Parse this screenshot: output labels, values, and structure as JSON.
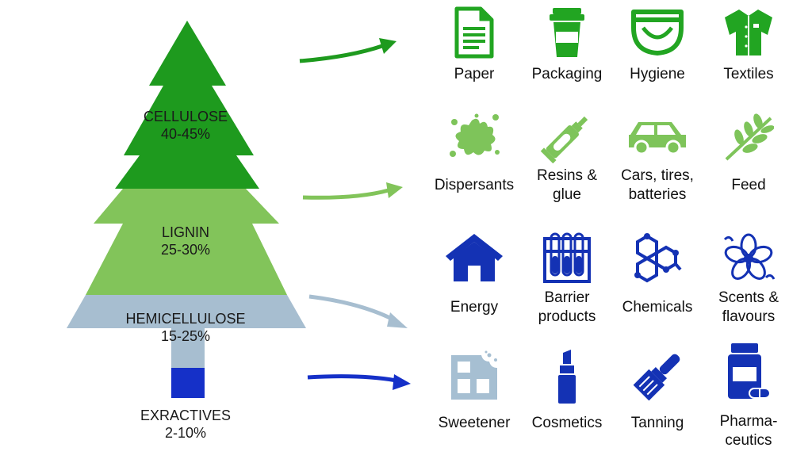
{
  "colors": {
    "dark_green": "#1e9a1e",
    "light_green": "#82c45a",
    "grey_blue": "#a7bed0",
    "blue": "#1530c8",
    "icon_green_dark": "#22a522",
    "icon_green_light": "#7ec45a",
    "icon_blue": "#1432b4",
    "icon_grey": "#a6bfd2"
  },
  "tree": {
    "cellulose": {
      "name": "CELLULOSE",
      "share": "40-45%"
    },
    "lignin": {
      "name": "LIGNIN",
      "share": "25-30%"
    },
    "hemicellulose": {
      "name": "HEMICELLULOSE",
      "share": "15-25%"
    },
    "extractives": {
      "name": "EXRACTIVES",
      "share": "2-10%"
    }
  },
  "rows": [
    {
      "items": [
        {
          "icon": "document-icon",
          "lines": [
            "Paper"
          ]
        },
        {
          "icon": "cup-icon",
          "lines": [
            "Packaging"
          ]
        },
        {
          "icon": "diaper-icon",
          "lines": [
            "Hygiene"
          ]
        },
        {
          "icon": "shirt-icon",
          "lines": [
            "Textiles"
          ]
        }
      ]
    },
    {
      "items": [
        {
          "icon": "splash-icon",
          "lines": [
            "Dispersants"
          ]
        },
        {
          "icon": "glue-tube-icon",
          "lines": [
            "Resins &",
            "glue"
          ]
        },
        {
          "icon": "car-icon",
          "lines": [
            "Cars, tires,",
            "batteries"
          ]
        },
        {
          "icon": "leaf-icon",
          "lines": [
            "Feed"
          ]
        }
      ]
    },
    {
      "items": [
        {
          "icon": "house-icon",
          "lines": [
            "Energy"
          ]
        },
        {
          "icon": "test-tubes-icon",
          "lines": [
            "Barrier",
            "products"
          ]
        },
        {
          "icon": "molecule-icon",
          "lines": [
            "Chemicals"
          ]
        },
        {
          "icon": "flower-icon",
          "lines": [
            "Scents &",
            "flavours"
          ]
        }
      ]
    },
    {
      "items": [
        {
          "icon": "sugar-cube-icon",
          "lines": [
            "Sweetener"
          ]
        },
        {
          "icon": "lipstick-icon",
          "lines": [
            "Cosmetics"
          ]
        },
        {
          "icon": "brush-icon",
          "lines": [
            "Tanning"
          ]
        },
        {
          "icon": "pill-bottle-icon",
          "lines": [
            "Pharma-",
            "ceutics"
          ]
        }
      ]
    }
  ]
}
